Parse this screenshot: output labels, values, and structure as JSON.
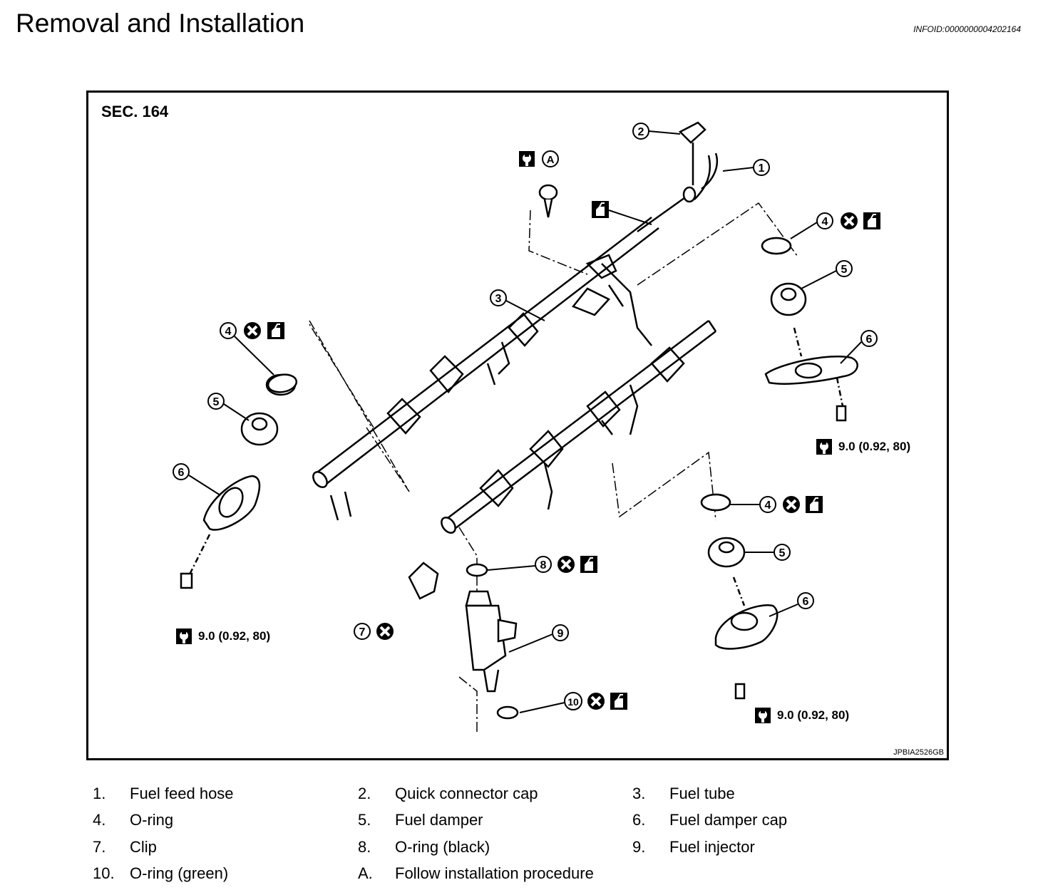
{
  "page": {
    "title": "Removal and Installation",
    "info_id": "INFOID:0000000004202164"
  },
  "figure": {
    "section": "SEC. 164",
    "image_code": "JPBIA2526GB",
    "torque_value": "9.0 (0.92, 80)",
    "callouts": [
      "1",
      "2",
      "3",
      "4",
      "5",
      "6",
      "7",
      "8",
      "9",
      "10",
      "A"
    ],
    "symbols": [
      "torque-wrench-icon",
      "do-not-reuse-icon",
      "oil-can-icon"
    ]
  },
  "legend": [
    {
      "num": "1.",
      "label": "Fuel feed hose"
    },
    {
      "num": "2.",
      "label": "Quick connector cap"
    },
    {
      "num": "3.",
      "label": "Fuel tube"
    },
    {
      "num": "4.",
      "label": "O-ring"
    },
    {
      "num": "5.",
      "label": "Fuel damper"
    },
    {
      "num": "6.",
      "label": "Fuel damper cap"
    },
    {
      "num": "7.",
      "label": "Clip"
    },
    {
      "num": "8.",
      "label": "O-ring (black)"
    },
    {
      "num": "9.",
      "label": "Fuel injector"
    },
    {
      "num": "10.",
      "label": "O-ring (green)"
    },
    {
      "num": "A.",
      "label": "Follow installation procedure"
    }
  ]
}
